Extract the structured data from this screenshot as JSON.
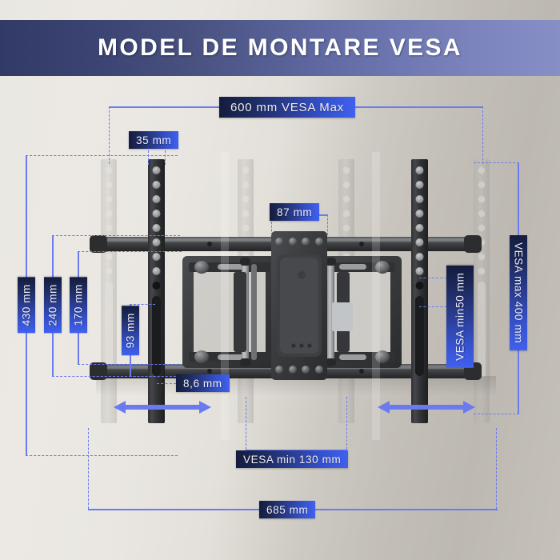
{
  "banner": {
    "title": "MODEL DE MONTARE VESA"
  },
  "diagram": {
    "subject": "articulating-tv-wall-mount",
    "labels": {
      "vesa_max_width": "600 mm VESA Max",
      "rail_width": "35 mm",
      "plate_width": "87 mm",
      "height_430": "430 mm",
      "height_240": "240 mm",
      "height_170": "170 mm",
      "height_93": "93 mm",
      "vesa_min_vertical": "VESA min\n50 mm",
      "vesa_min_vertical_l1": "VESA min",
      "vesa_min_vertical_l2": "50 mm",
      "vesa_max_vertical": "VESA max 400 mm",
      "depth_86": "8,6 mm",
      "vesa_min_width": "VESA min 130 mm",
      "total_width": "685 mm"
    }
  },
  "colors": {
    "banner_dark": "#323b66",
    "banner_light": "#868fc6",
    "badge_dark": "#141c3e",
    "badge_light": "#4060ef",
    "dimension_line": "#6a7bf0",
    "arrow": "#6a7bf0",
    "background_light": "#e9e7e2",
    "background_dark": "#bdb9b2",
    "text_on_badge": "#f0f0f4"
  }
}
